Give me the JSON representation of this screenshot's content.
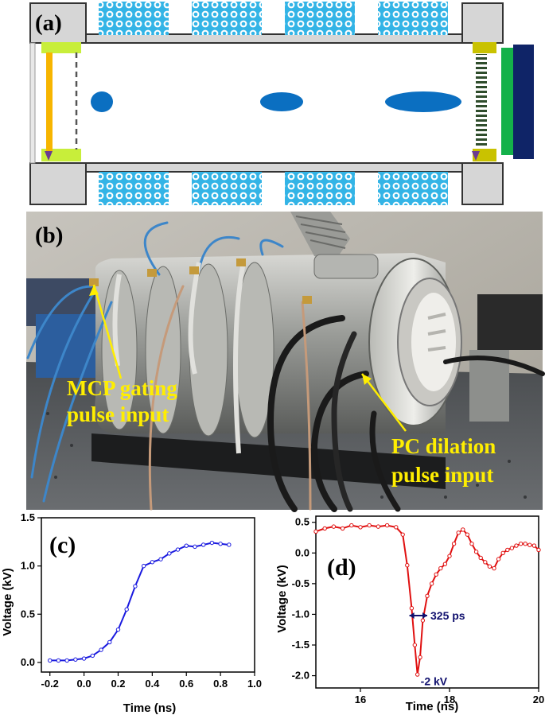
{
  "figure": {
    "panel_a": {
      "label": "(a)"
    },
    "panel_b": {
      "label": "(b)",
      "annotation_left": [
        "MCP gating",
        "pulse input"
      ],
      "annotation_right": [
        "PC dilation",
        "pulse input"
      ]
    },
    "panel_c": {
      "label": "(c)"
    },
    "panel_d": {
      "label": "(d)",
      "annotation_width": "325 ps",
      "annotation_min": "-2 kV"
    }
  },
  "colors": {
    "blue_curve": "#1a1adf",
    "red_curve": "#e01010",
    "annotation_yellow": "#ffee00",
    "annotation_navy": "#10106e",
    "electron_blob": "#0b6fc1"
  },
  "chart_data": [
    {
      "type": "line",
      "panel": "(c)",
      "xlabel": "Time (ns)",
      "ylabel": "Voltage (kV)",
      "xlim": [
        -0.25,
        1.0
      ],
      "ylim": [
        -0.1,
        1.5
      ],
      "xticks": [
        -0.2,
        0.0,
        0.2,
        0.4,
        0.6,
        0.8,
        1.0
      ],
      "xtick_labels": [
        "-0.2",
        "0.0",
        "0.2",
        "0.4",
        "0.6",
        "0.8",
        "1.0"
      ],
      "yticks": [
        0.0,
        0.5,
        1.0,
        1.5
      ],
      "ytick_labels": [
        "0.0",
        "0.5",
        "1.0",
        "1.5"
      ],
      "series": [
        {
          "color": "#1a1adf",
          "x": [
            -0.2,
            -0.15,
            -0.1,
            -0.05,
            0.0,
            0.05,
            0.1,
            0.15,
            0.2,
            0.25,
            0.3,
            0.35,
            0.4,
            0.45,
            0.5,
            0.55,
            0.6,
            0.65,
            0.7,
            0.75,
            0.8,
            0.85
          ],
          "y": [
            0.02,
            0.02,
            0.02,
            0.03,
            0.04,
            0.07,
            0.13,
            0.21,
            0.34,
            0.55,
            0.79,
            1.0,
            1.04,
            1.07,
            1.13,
            1.17,
            1.21,
            1.2,
            1.22,
            1.24,
            1.23,
            1.22
          ]
        }
      ]
    },
    {
      "type": "line",
      "panel": "(d)",
      "xlabel": "Time (ns)",
      "ylabel": "Voltage (kV)",
      "xlim": [
        15,
        20
      ],
      "ylim": [
        -2.2,
        0.6
      ],
      "xticks": [
        16,
        18,
        20
      ],
      "xtick_labels": [
        "16",
        "18",
        "20"
      ],
      "yticks": [
        0.5,
        0.0,
        -0.5,
        -1.0,
        -1.5,
        -2.0
      ],
      "ytick_labels": [
        "0.5",
        "0.0",
        "-0.5",
        "-1.0",
        "-1.5",
        "-2.0"
      ],
      "series": [
        {
          "color": "#e01010",
          "x": [
            15.0,
            15.2,
            15.4,
            15.6,
            15.8,
            16.0,
            16.2,
            16.4,
            16.6,
            16.8,
            16.95,
            17.05,
            17.15,
            17.22,
            17.28,
            17.34,
            17.4,
            17.5,
            17.6,
            17.7,
            17.8,
            17.9,
            18.0,
            18.1,
            18.2,
            18.3,
            18.4,
            18.5,
            18.6,
            18.7,
            18.8,
            18.9,
            19.0,
            19.1,
            19.2,
            19.3,
            19.4,
            19.5,
            19.6,
            19.7,
            19.8,
            19.9,
            20.0
          ],
          "y": [
            0.35,
            0.4,
            0.43,
            0.4,
            0.45,
            0.42,
            0.45,
            0.43,
            0.45,
            0.42,
            0.3,
            -0.2,
            -0.9,
            -1.5,
            -1.98,
            -1.7,
            -1.1,
            -0.7,
            -0.5,
            -0.35,
            -0.25,
            -0.18,
            -0.05,
            0.15,
            0.33,
            0.38,
            0.3,
            0.15,
            0.02,
            -0.08,
            -0.15,
            -0.22,
            -0.25,
            -0.1,
            0.0,
            0.05,
            0.08,
            0.12,
            0.15,
            0.15,
            0.13,
            0.12,
            0.05
          ]
        }
      ]
    }
  ]
}
